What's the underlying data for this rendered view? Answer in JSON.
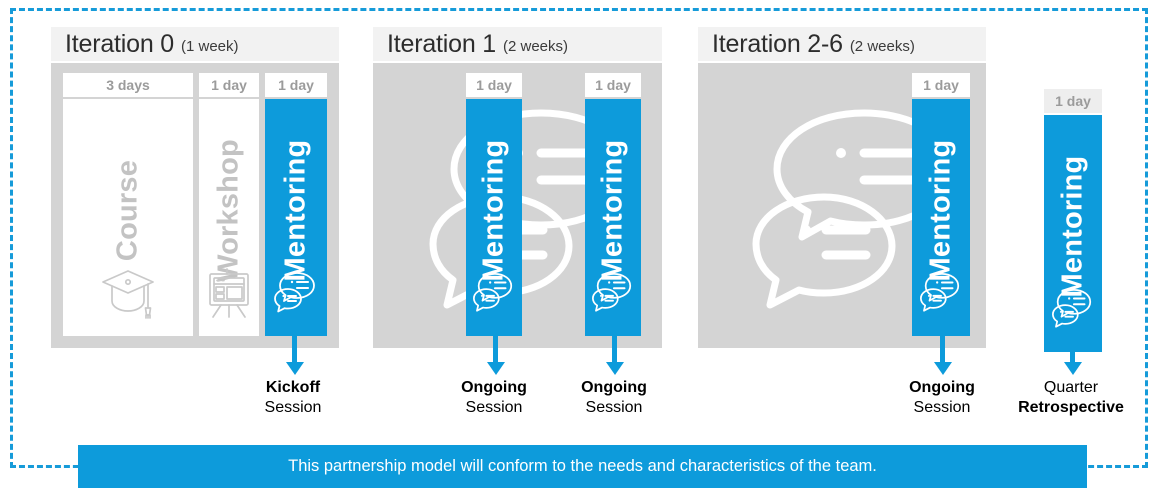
{
  "frame": {
    "border_color": "#169BD9"
  },
  "theme": {
    "accent_blue": "#0d9BDB",
    "panel_grey": "#d4d4d4",
    "header_grey": "#f2f2f2",
    "label_grey": "#9b9b9b",
    "vertical_text_grey": "#c3c3c3"
  },
  "panels": [
    {
      "title": "Iteration 0",
      "duration": "(1 week)",
      "columns": [
        {
          "cap": "3 days",
          "label": "Course",
          "icon": "graduation-cap-icon",
          "style": "white"
        },
        {
          "cap": "1 day",
          "label": "Workshop",
          "icon": "presentation-board-icon",
          "style": "white"
        },
        {
          "cap": "1 day",
          "label": "Mentoring",
          "icon": "speech-bubbles-icon",
          "style": "blue"
        }
      ]
    },
    {
      "title": "Iteration 1",
      "duration": "(2 weeks)",
      "columns": [
        {
          "cap": "1 day",
          "label": "Mentoring",
          "icon": "speech-bubbles-icon",
          "style": "blue"
        },
        {
          "cap": "1 day",
          "label": "Mentoring",
          "icon": "speech-bubbles-icon",
          "style": "blue"
        }
      ]
    },
    {
      "title": "Iteration 2-6",
      "duration": "(2 weeks)",
      "columns": [
        {
          "cap": "1 day",
          "label": "Mentoring",
          "icon": "speech-bubbles-icon",
          "style": "blue"
        }
      ]
    }
  ],
  "standalone_column": {
    "cap": "1 day",
    "label": "Mentoring",
    "icon": "speech-bubbles-icon",
    "style": "blue"
  },
  "callouts": [
    {
      "line1": "Kickoff",
      "line2": "Session",
      "emphasis": "first"
    },
    {
      "line1": "Ongoing",
      "line2": "Session",
      "emphasis": "first"
    },
    {
      "line1": "Ongoing",
      "line2": "Session",
      "emphasis": "first"
    },
    {
      "line1": "Ongoing",
      "line2": "Session",
      "emphasis": "first"
    },
    {
      "line1": "Quarter",
      "line2": "Retrospective",
      "emphasis": "second"
    }
  ],
  "banner": {
    "text": "This partnership model will conform to the needs and characteristics of the team."
  }
}
